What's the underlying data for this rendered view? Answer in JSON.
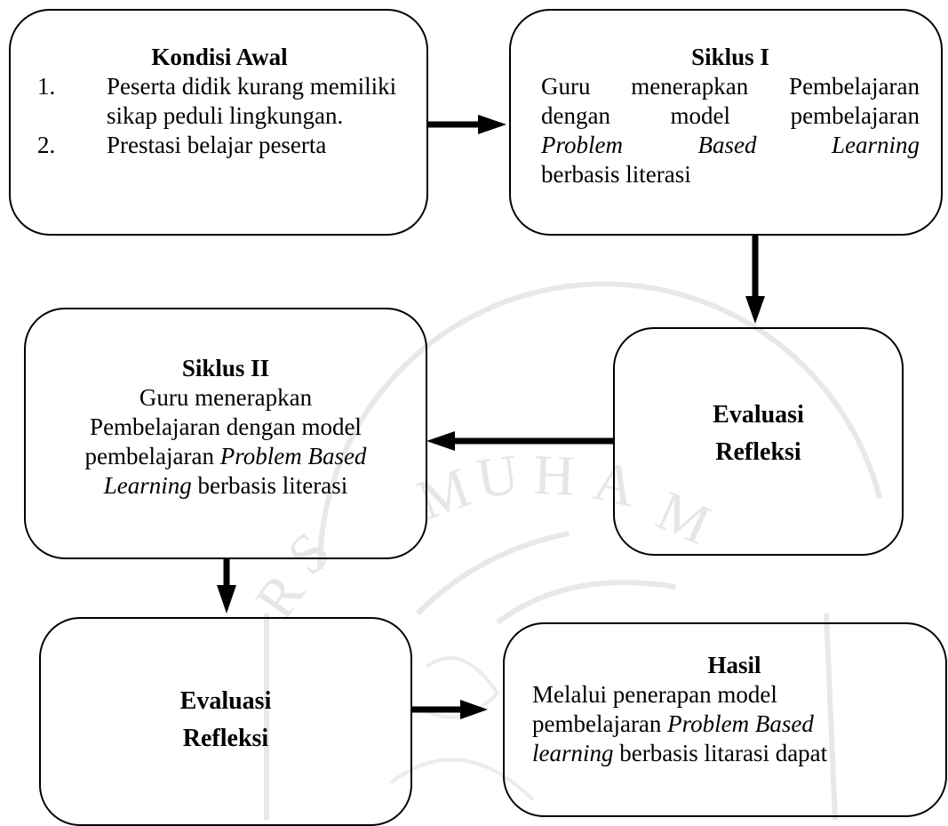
{
  "kondisi_awal": {
    "title": "Kondisi Awal",
    "items": [
      {
        "num": "1.",
        "text": "Peserta didik kurang memiliki sikap peduli lingkungan."
      },
      {
        "num": "2.",
        "text": "Prestasi belajar peserta"
      }
    ]
  },
  "siklus_1": {
    "title": "Siklus I",
    "line1": "Guru menerapkan Pembelajaran",
    "line2": "dengan model pembelajaran",
    "italic": "Problem Based Learning",
    "line4": "berbasis literasi"
  },
  "evaluasi_1": {
    "line1": "Evaluasi",
    "line2": "Refleksi"
  },
  "siklus_2": {
    "title": "Siklus II",
    "line1": "Guru menerapkan",
    "line2": "Pembelajaran dengan model",
    "line3_plain": "pembelajaran ",
    "line3_italic": "Problem Based",
    "line4_italic": "Learning",
    "line4_plain": " berbasis literasi"
  },
  "evaluasi_2": {
    "line1": "Evaluasi",
    "line2": "Refleksi"
  },
  "hasil": {
    "title": "Hasil",
    "line1": "Melalui penerapan model",
    "line2_plain": "pembelajaran ",
    "line2_italic": "Problem Based",
    "line3_italic": "learning",
    "line3_plain": " berbasis litarasi dapat"
  },
  "colors": {
    "stroke": "#000000",
    "watermark": "#e6e6e6"
  }
}
